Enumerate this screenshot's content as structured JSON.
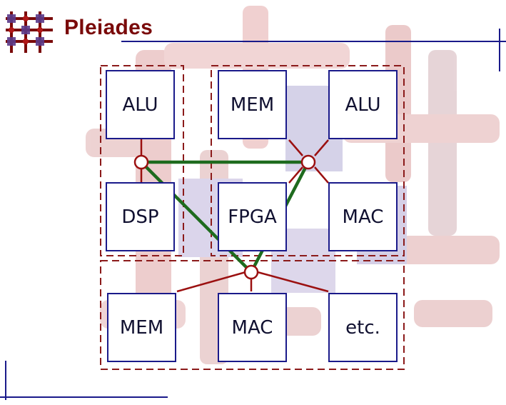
{
  "slide": {
    "title": "Pleiades"
  },
  "units": [
    {
      "id": "alu-1",
      "label": "ALU"
    },
    {
      "id": "mem-1",
      "label": "MEM"
    },
    {
      "id": "alu-2",
      "label": "ALU"
    },
    {
      "id": "dsp",
      "label": "DSP"
    },
    {
      "id": "fpga",
      "label": "FPGA"
    },
    {
      "id": "mac-1",
      "label": "MAC"
    },
    {
      "id": "mem-2",
      "label": "MEM"
    },
    {
      "id": "mac-2",
      "label": "MAC"
    },
    {
      "id": "etc",
      "label": "etc."
    }
  ],
  "colors": {
    "title": "#7a0a0a",
    "box_border": "#1a1a8a",
    "cluster_border": "#8b1a1a",
    "link_red": "#9b1010",
    "network_green": "#1e6b1e",
    "axis_blue": "#1a1a8a",
    "background_tubes": "#e6b0b0"
  },
  "icons": {
    "logo": "lattice-cube-logo"
  }
}
